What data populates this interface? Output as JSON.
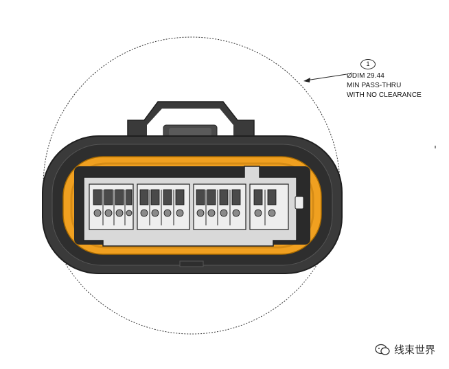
{
  "callout": {
    "number": "1",
    "line1": "ØDIM 29.44",
    "line2": "MIN PASS-THRU",
    "line3": "WITH NO CLEARANCE"
  },
  "watermark": {
    "text": "线束世界",
    "icon": "wechat-icon"
  },
  "colors": {
    "housing": "#3a3a3a",
    "housing_dark": "#2a2a2a",
    "seal": "#f0a020",
    "insert": "#d9d9d9",
    "cavity": "#4a4a4a"
  },
  "connector": {
    "cavity_groups": 4,
    "cavities_per_group": [
      4,
      4,
      4,
      2
    ]
  }
}
